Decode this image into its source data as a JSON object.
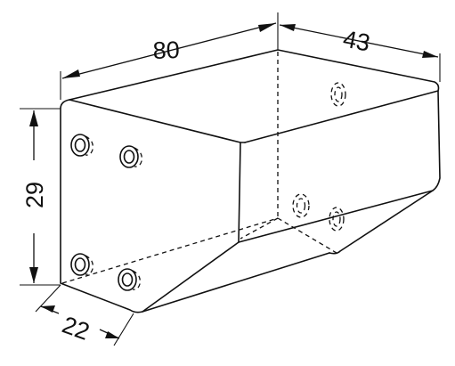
{
  "dimensions": {
    "length": "80",
    "depth": "43",
    "height": "29",
    "flange": "22"
  },
  "colors": {
    "line": "#111111",
    "background": "#ffffff"
  }
}
